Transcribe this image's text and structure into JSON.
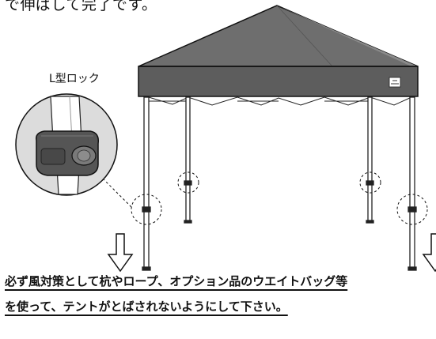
{
  "caption_top": "で伸ばして完了です。",
  "lock_label": "L型ロック",
  "warning": {
    "line1": "必ず風対策として杭やロープ、オプション品のウエイトバッグ等",
    "line2": "を使って、テントがとばされないようにして下さい。"
  },
  "colors": {
    "canopy": "#6e6e6e",
    "canopy_dark": "#5d5d5d",
    "frame": "#222222",
    "lock": "#555555"
  },
  "icons": [
    "down-arrow-icon",
    "brand-logo-icon"
  ]
}
